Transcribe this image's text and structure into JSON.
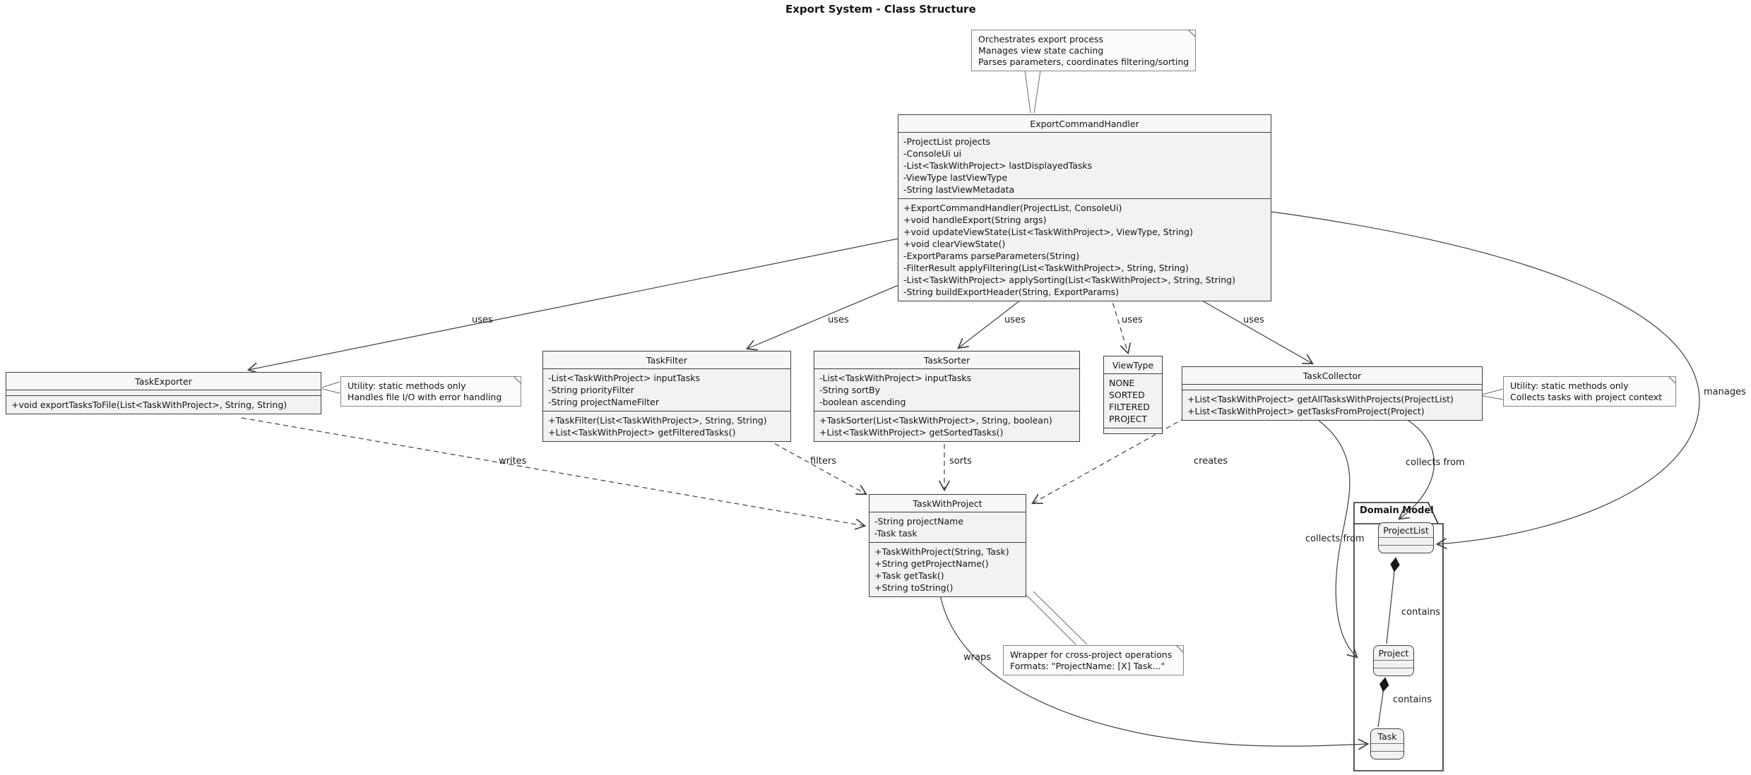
{
  "title": "Export System - Class Structure",
  "classes": {
    "exportCommandHandler": {
      "name": "ExportCommandHandler",
      "fields": [
        "-ProjectList projects",
        "-ConsoleUi ui",
        "-List<TaskWithProject> lastDisplayedTasks",
        "-ViewType lastViewType",
        "-String lastViewMetadata"
      ],
      "methods": [
        "+ExportCommandHandler(ProjectList, ConsoleUi)",
        "+void handleExport(String args)",
        "+void updateViewState(List<TaskWithProject>, ViewType, String)",
        "+void clearViewState()",
        "-ExportParams parseParameters(String)",
        "-FilterResult applyFiltering(List<TaskWithProject>, String, String)",
        "-List<TaskWithProject> applySorting(List<TaskWithProject>, String, String)",
        "-String buildExportHeader(String, ExportParams)"
      ]
    },
    "taskExporter": {
      "name": "TaskExporter",
      "methods": [
        "+void exportTasksToFile(List<TaskWithProject>, String, String)"
      ]
    },
    "taskFilter": {
      "name": "TaskFilter",
      "fields": [
        "-List<TaskWithProject> inputTasks",
        "-String priorityFilter",
        "-String projectNameFilter"
      ],
      "methods": [
        "+TaskFilter(List<TaskWithProject>, String, String)",
        "+List<TaskWithProject> getFilteredTasks()"
      ]
    },
    "taskSorter": {
      "name": "TaskSorter",
      "fields": [
        "-List<TaskWithProject> inputTasks",
        "-String sortBy",
        "-boolean ascending"
      ],
      "methods": [
        "+TaskSorter(List<TaskWithProject>, String, boolean)",
        "+List<TaskWithProject> getSortedTasks()"
      ]
    },
    "taskCollector": {
      "name": "TaskCollector",
      "methods": [
        "+List<TaskWithProject> getAllTasksWithProjects(ProjectList)",
        "+List<TaskWithProject> getTasksFromProject(Project)"
      ]
    },
    "taskWithProject": {
      "name": "TaskWithProject",
      "fields": [
        "-String projectName",
        "-Task task"
      ],
      "methods": [
        "+TaskWithProject(String, Task)",
        "+String getProjectName()",
        "+Task getTask()",
        "+String toString()"
      ]
    }
  },
  "enums": {
    "viewType": {
      "name": "ViewType",
      "values": [
        "NONE",
        "SORTED",
        "FILTERED",
        "PROJECT"
      ]
    }
  },
  "package": {
    "name": "Domain Model",
    "classes": {
      "projectList": "ProjectList",
      "project": "Project",
      "task": "Task"
    }
  },
  "notes": {
    "handler": [
      "Orchestrates export process",
      "Manages view state caching",
      "Parses parameters, coordinates filtering/sorting"
    ],
    "exporter": [
      "Utility: static methods only",
      "Handles file I/O with error handling"
    ],
    "collector": [
      "Utility: static methods only",
      "Collects tasks with project context"
    ],
    "wrapper": [
      "Wrapper for cross-project operations",
      "Formats: \"ProjectName: [X] Task...\""
    ]
  },
  "edgeLabels": {
    "uses": "uses",
    "manages": "manages",
    "writes": "writes",
    "filters": "filters",
    "sorts": "sorts",
    "creates": "creates",
    "collectsFrom": "collects from",
    "contains": "contains",
    "wraps": "wraps"
  }
}
